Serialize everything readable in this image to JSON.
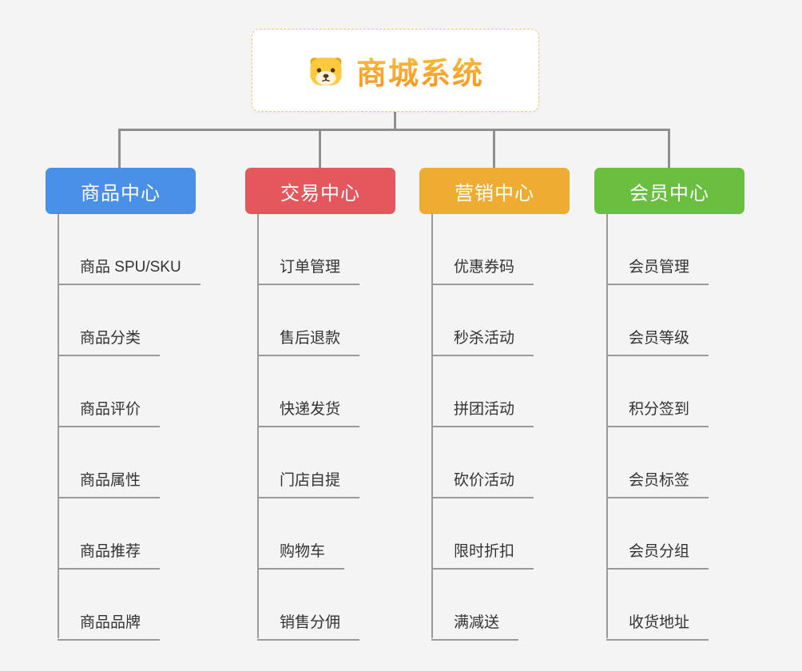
{
  "root": {
    "title": "商城系统",
    "icon": "dog-face-icon",
    "title_color": "#F7A524"
  },
  "branches": [
    {
      "label": "商品中心",
      "color": "#4A90E8",
      "children": [
        "商品 SPU/SKU",
        "商品分类",
        "商品评价",
        "商品属性",
        "商品推荐",
        "商品品牌"
      ]
    },
    {
      "label": "交易中心",
      "color": "#E4575C",
      "children": [
        "订单管理",
        "售后退款",
        "快递发货",
        "门店自提",
        "购物车",
        "销售分佣"
      ]
    },
    {
      "label": "营销中心",
      "color": "#EFAC32",
      "children": [
        "优惠券码",
        "秒杀活动",
        "拼团活动",
        "砍价活动",
        "限时折扣",
        "满减送"
      ]
    },
    {
      "label": "会员中心",
      "color": "#6ABF40",
      "children": [
        "会员管理",
        "会员等级",
        "积分签到",
        "会员标签",
        "会员分组",
        "收货地址"
      ]
    }
  ]
}
